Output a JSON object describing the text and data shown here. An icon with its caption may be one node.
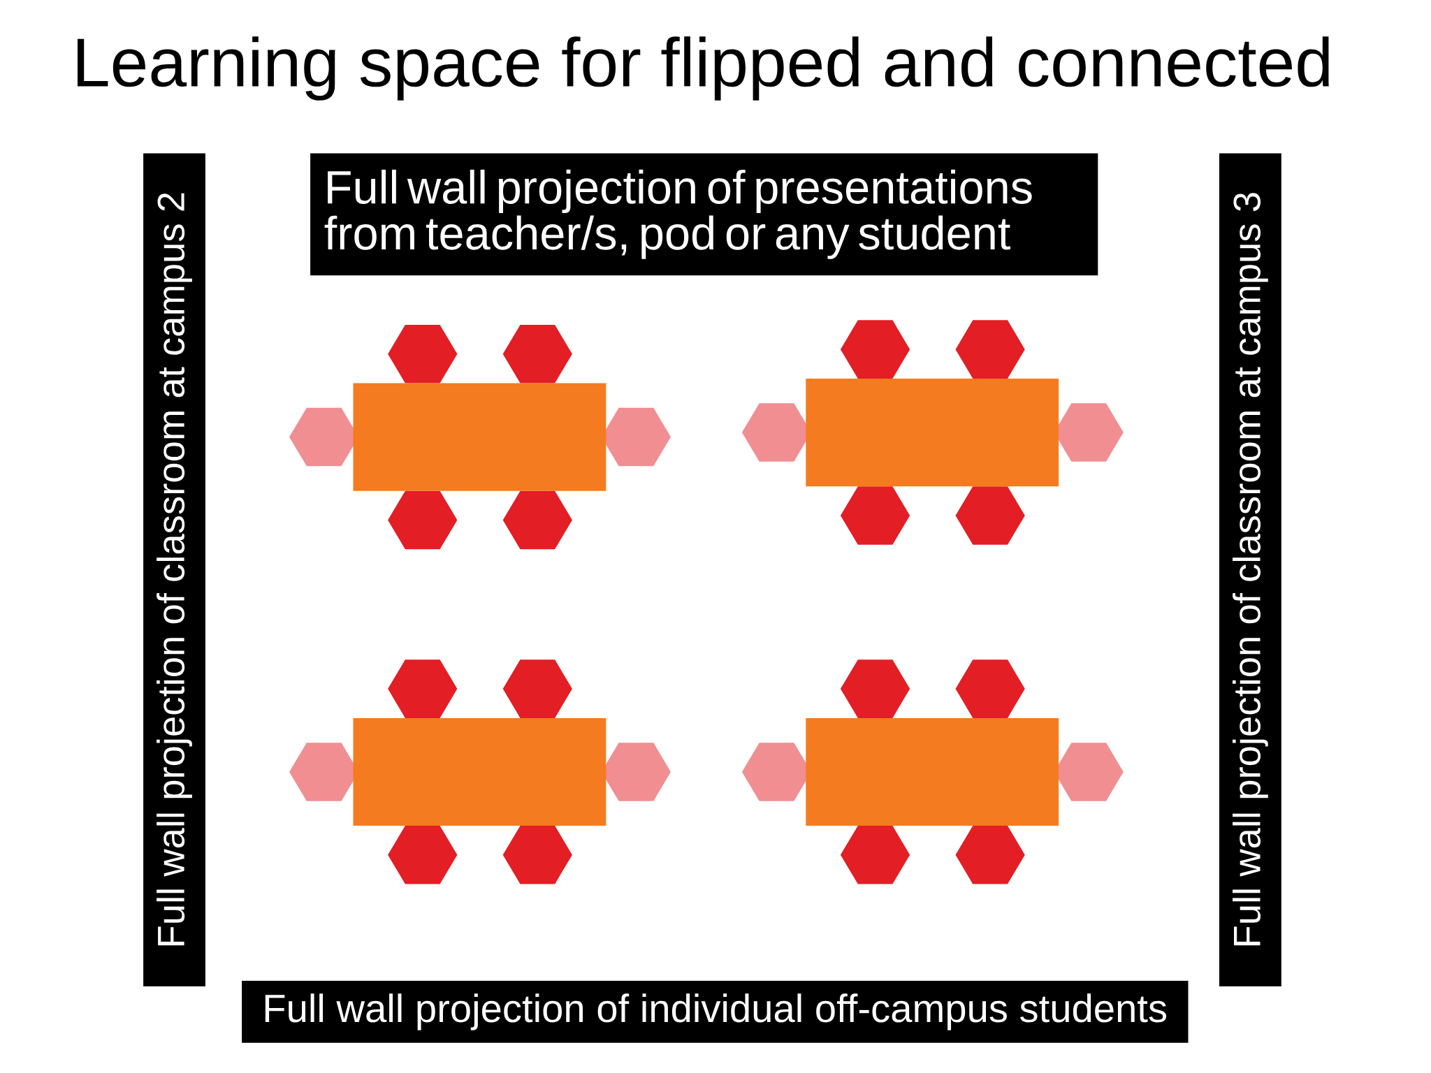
{
  "diagram": {
    "title": "Learning space for flipped and connected",
    "nodes": [
      {
        "text": [
          "Full wall projection of presentations from teacher/s, pod or any student"
        ]
      },
      {
        "text": [
          "Full wall projection of classroom at campus 2"
        ]
      },
      {
        "text": [
          "Full wall projection of classroom at campus 3"
        ]
      },
      {
        "text": [
          "Full wall projection of individual off-campus students"
        ]
      }
    ]
  }
}
